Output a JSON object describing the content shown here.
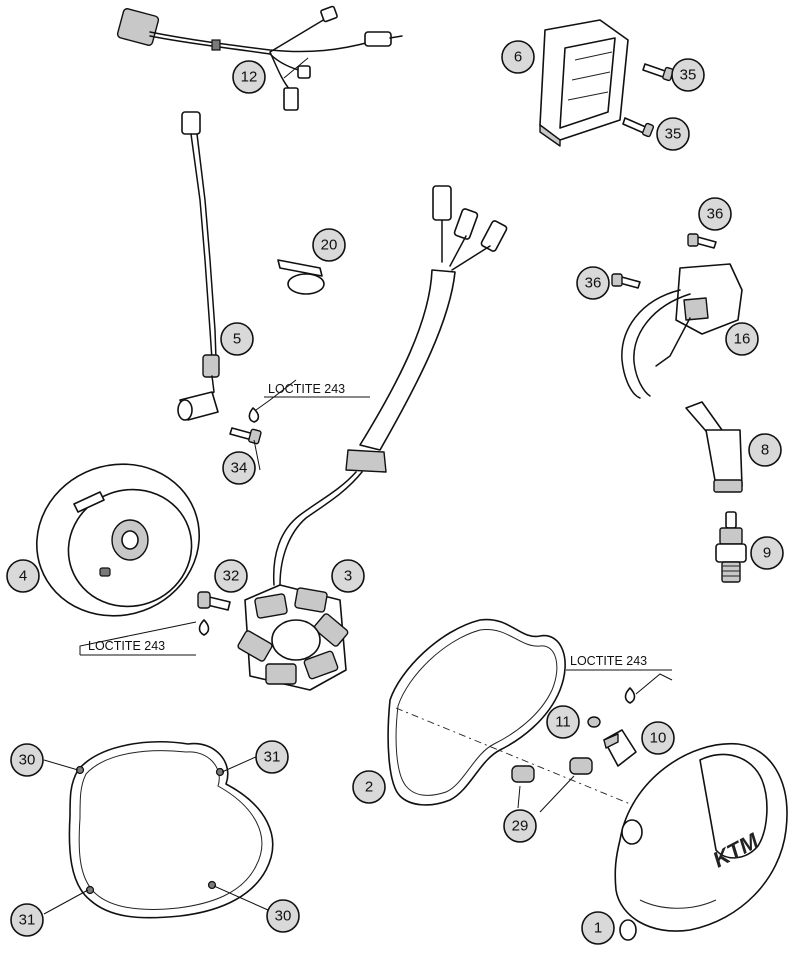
{
  "callouts": {
    "c1": "1",
    "c2": "2",
    "c3": "3",
    "c4": "4",
    "c5": "5",
    "c6": "6",
    "c8": "8",
    "c9": "9",
    "c10": "10",
    "c11": "11",
    "c12": "12",
    "c16": "16",
    "c20": "20",
    "c29": "29",
    "c30a": "30",
    "c30b": "30",
    "c31a": "31",
    "c31b": "31",
    "c32": "32",
    "c34": "34",
    "c35a": "35",
    "c35b": "35",
    "c36a": "36",
    "c36b": "36"
  },
  "labels": {
    "loctite_a": "LOCTITE 243",
    "loctite_b": "LOCTITE 243",
    "loctite_c": "LOCTITE 243"
  },
  "cover_logo": "KTM"
}
